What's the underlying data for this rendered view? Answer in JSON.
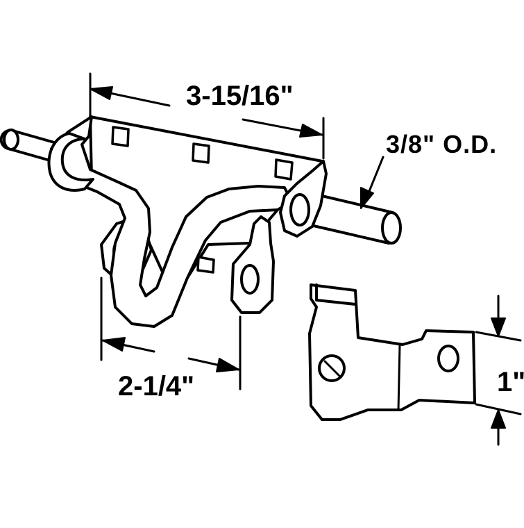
{
  "diagram": {
    "dimensions": {
      "bolt_plate_width": "3-15/16\"",
      "rod_diameter": "3/8\" O.D.",
      "bolt_depth": "2-1/4\"",
      "keeper_height": "1\""
    },
    "colors": {
      "line": "#000000",
      "fill": "#ffffff"
    }
  }
}
